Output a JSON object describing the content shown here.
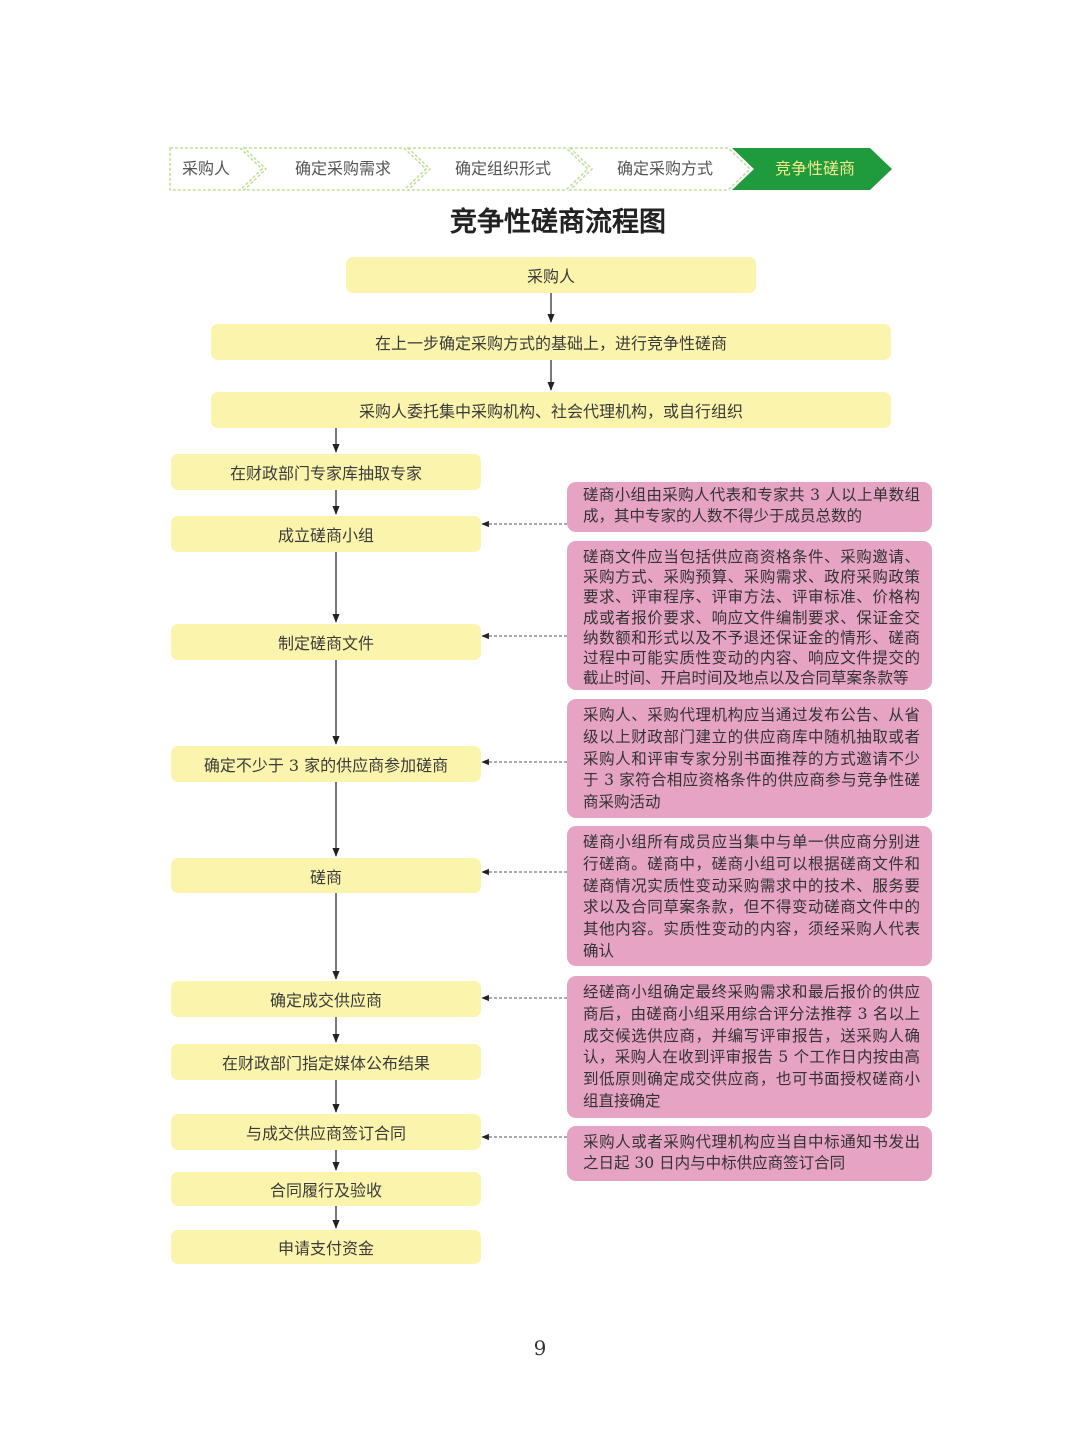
{
  "breadcrumb": {
    "steps": [
      {
        "label": "采购人",
        "active": false
      },
      {
        "label": "确定采购需求",
        "active": false
      },
      {
        "label": "确定组织形式",
        "active": false
      },
      {
        "label": "确定采购方式",
        "active": false
      },
      {
        "label": "竞争性磋商",
        "active": true
      }
    ]
  },
  "title": "竞争性磋商流程图",
  "flow": {
    "top_box": "采购人",
    "basis_box": "在上一步确定采购方式的基础上，进行竞争性磋商",
    "organize_box": "采购人委托集中采购机构、社会代理机构，或自行组织",
    "steps": [
      "在财政部门专家库抽取专家",
      "成立磋商小组",
      "制定磋商文件",
      "确定不少于 3 家的供应商参加磋商",
      "磋商",
      "确定成交供应商",
      "在财政部门指定媒体公布结果",
      "与成交供应商签订合同",
      "合同履行及验收",
      "申请支付资金"
    ]
  },
  "notes": [
    "磋商小组由采购人代表和专家共 3 人以上单数组成，其中专家的人数不得少于成员总数的",
    "磋商文件应当包括供应商资格条件、采购邀请、采购方式、采购预算、采购需求、政府采购政策要求、评审程序、评审方法、评审标准、价格构成或者报价要求、响应文件编制要求、保证金交纳数额和形式以及不予退还保证金的情形、磋商过程中可能实质性变动的内容、响应文件提交的截止时间、开启时间及地点以及合同草案条款等",
    "采购人、采购代理机构应当通过发布公告、从省级以上财政部门建立的供应商库中随机抽取或者采购人和评审专家分别书面推荐的方式邀请不少于 3 家符合相应资格条件的供应商参与竞争性磋商采购活动",
    "磋商小组所有成员应当集中与单一供应商分别进行磋商。磋商中，磋商小组可以根据磋商文件和磋商情况实质性变动采购需求中的技术、服务要求以及合同草案条款，但不得变动磋商文件中的其他内容。实质性变动的内容，须经采购人代表确认",
    "经磋商小组确定最终采购需求和最后报价的供应商后，由磋商小组采用综合评分法推荐 3 名以上成交候选供应商，并编写评审报告，送采购人确认，采购人在收到评审报告 5 个工作日内按由高到低原则确定成交供应商，也可书面授权磋商小组直接确定",
    "采购人或者采购代理机构应当自中标通知书发出之日起 30 日内与中标供应商签订合同"
  ],
  "page_number": "9",
  "colors": {
    "box_fill": "#fbf4ac",
    "note_fill": "#e6a3c4",
    "step_outline": "#b9d98e",
    "step_active": "#1f9a3c",
    "step_active_text": "#f2e98a"
  }
}
